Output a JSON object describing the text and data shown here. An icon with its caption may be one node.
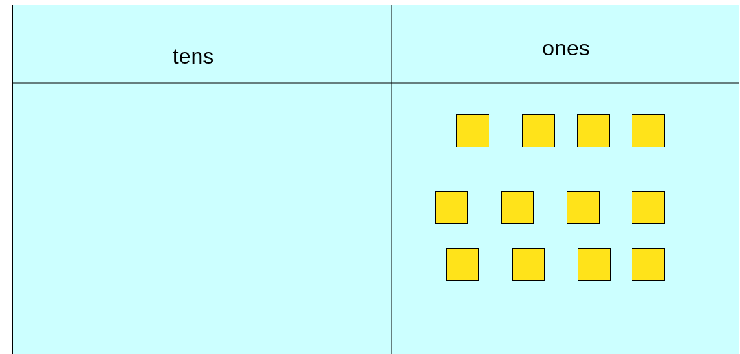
{
  "diagram": {
    "nodes": [
      {
        "text": [],
        "shape": "box"
      },
      {
        "text": [],
        "shape": "box"
      },
      {
        "text": [],
        "shape": "box"
      },
      {
        "text": [],
        "shape": "box"
      },
      {
        "text": [],
        "shape": "box"
      },
      {
        "text": [],
        "shape": "box"
      },
      {
        "text": [],
        "shape": "box"
      },
      {
        "text": [],
        "shape": "box"
      },
      {
        "text": [],
        "shape": "box"
      },
      {
        "text": [],
        "shape": "box"
      },
      {
        "text": [],
        "shape": "box"
      },
      {
        "text": [],
        "shape": "box"
      }
    ],
    "labels": [
      "tens",
      "ones"
    ]
  }
}
